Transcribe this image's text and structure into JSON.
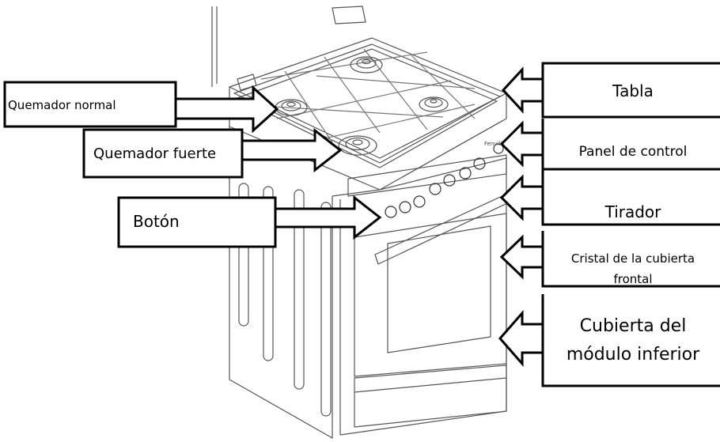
{
  "diagram": {
    "labels": {
      "normal_burner": "Quemador normal",
      "strong_burner": "Quemador fuerte",
      "knob": "Botón",
      "top": "Tabla",
      "control_panel": "Panel de control",
      "handle": "Tirador",
      "front_glass_line1": "Cristal de la cubierta",
      "front_glass_line2": "frontal",
      "bottom_cover_line1": "Cubierta del",
      "bottom_cover_line2": "módulo inferior"
    },
    "brand_mark": "Fenvill"
  }
}
